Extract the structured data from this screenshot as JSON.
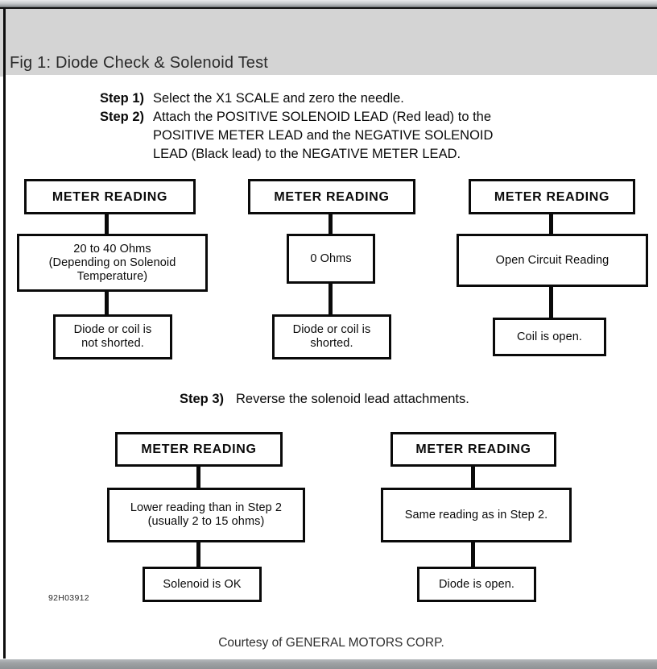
{
  "header": {
    "title": "Fig 1: Diode Check & Solenoid Test"
  },
  "steps": [
    {
      "label": "Step 1)",
      "lines": [
        "Select the X1 SCALE and zero the needle."
      ]
    },
    {
      "label": "Step 2)",
      "lines": [
        "Attach the POSITIVE SOLENOID LEAD (Red lead) to the",
        "POSITIVE METER LEAD and the NEGATIVE SOLENOID",
        "LEAD (Black lead) to the NEGATIVE METER LEAD."
      ]
    }
  ],
  "step3": {
    "label": "Step 3)",
    "text": "Reverse the solenoid lead attachments."
  },
  "flowcharts": {
    "row1": [
      {
        "head": "METER READING",
        "middle": "20 to 40 Ohms\n(Depending on Solenoid\nTemperature)",
        "result": "Diode or coil is\nnot shorted."
      },
      {
        "head": "METER READING",
        "middle": "0 Ohms",
        "result": "Diode or coil is\nshorted."
      },
      {
        "head": "METER READING",
        "middle": "Open Circuit Reading",
        "result": "Coil is open."
      }
    ],
    "row2": [
      {
        "head": "METER READING",
        "middle": "Lower reading than in Step 2\n(usually 2 to 15 ohms)",
        "result": "Solenoid is OK"
      },
      {
        "head": "METER READING",
        "middle": "Same reading as in Step 2.",
        "result": "Diode is open."
      }
    ]
  },
  "figure_code": "92H03912",
  "footer": {
    "credit": "Courtesy of GENERAL MOTORS CORP."
  },
  "colors": {
    "header_band": "#d4d4d4",
    "ink": "#0a0a0a",
    "sheet": "#ffffff"
  }
}
